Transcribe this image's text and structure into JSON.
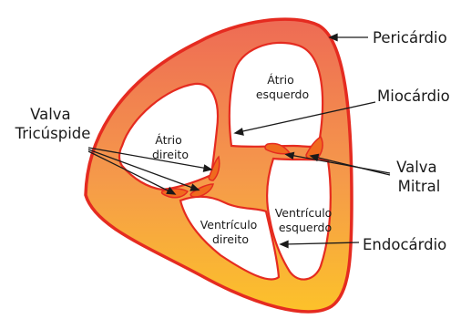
{
  "diagram": {
    "labels": {
      "pericardio": "Pericárdio",
      "miocardio": "Miocárdio",
      "endocardio": "Endocárdio",
      "valva_tricuspide": [
        "Valva",
        "Tricúspide"
      ],
      "valva_mitral": [
        "Valva",
        "Mitral"
      ],
      "atrio_direito": [
        "Átrio",
        "direito"
      ],
      "atrio_esquerdo": [
        "Átrio",
        "esquerdo"
      ],
      "ventriculo_direito": [
        "Ventrículo",
        "direito"
      ],
      "ventriculo_esquerdo": [
        "Ventrículo",
        "esquerdo"
      ]
    },
    "colors": {
      "outline": "#e52b20",
      "gradient_top": "#ee6b55",
      "gradient_mid": "#f59a4a",
      "gradient_bottom": "#fcc22a",
      "valve_fill": "#f06a1e",
      "text": "#1a1a1a"
    }
  }
}
